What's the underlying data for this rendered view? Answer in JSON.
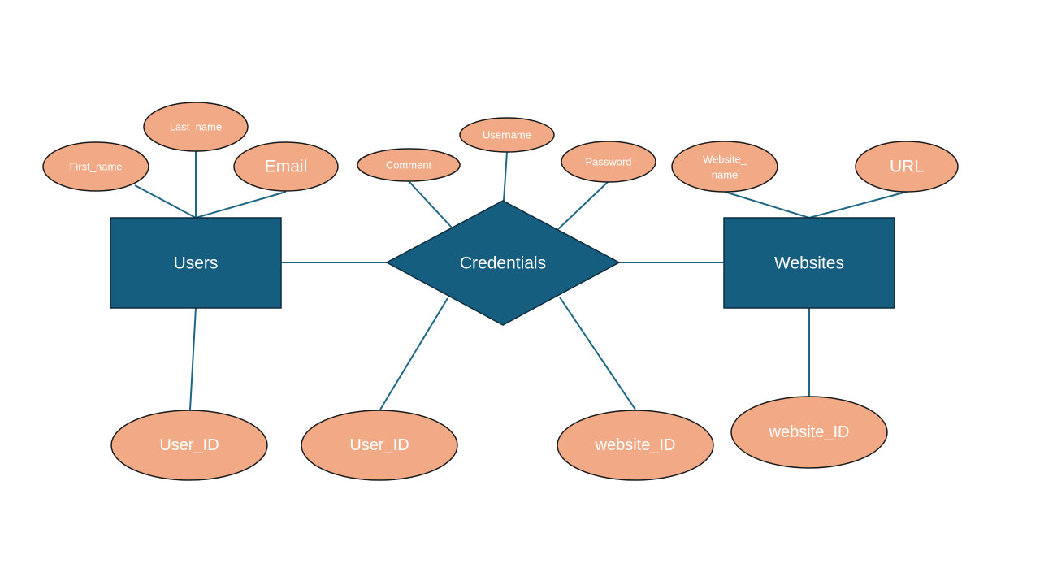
{
  "colors": {
    "entity_fill": "#165e80",
    "attribute_fill": "#f1aa85",
    "connector": "#1f6685"
  },
  "entities": {
    "users": "Users",
    "websites": "Websites"
  },
  "relationship": {
    "credentials": "Credentials"
  },
  "attributes": {
    "users_first_name": "First_name",
    "users_last_name": "Last_name",
    "users_email": "Email",
    "users_user_id": "User_ID",
    "cred_comment": "Comment",
    "cred_username": "Username",
    "cred_password": "Password",
    "cred_user_id": "User_ID",
    "cred_website_id": "website_ID",
    "websites_name_line1": "Website_",
    "websites_name_line2": "name",
    "websites_url": "URL",
    "websites_website_id": "website_ID"
  }
}
